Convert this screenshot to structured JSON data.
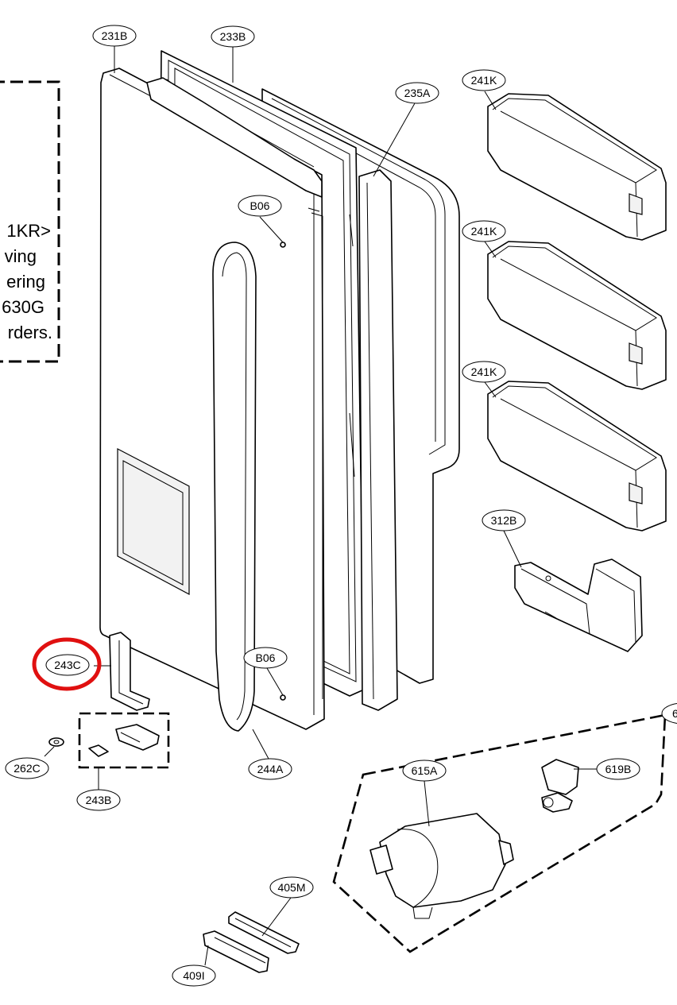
{
  "note_lines": [
    "1KR>",
    "ving",
    "ering",
    "630G",
    "rders."
  ],
  "callouts": [
    {
      "id": "231B",
      "label": "231B"
    },
    {
      "id": "233B",
      "label": "233B"
    },
    {
      "id": "235A",
      "label": "235A"
    },
    {
      "id": "241K-1",
      "label": "241K"
    },
    {
      "id": "241K-2",
      "label": "241K"
    },
    {
      "id": "241K-3",
      "label": "241K"
    },
    {
      "id": "B06-1",
      "label": "B06"
    },
    {
      "id": "B06-2",
      "label": "B06"
    },
    {
      "id": "312B",
      "label": "312B"
    },
    {
      "id": "243C",
      "label": "243C"
    },
    {
      "id": "262C",
      "label": "262C"
    },
    {
      "id": "243B",
      "label": "243B"
    },
    {
      "id": "244A",
      "label": "244A"
    },
    {
      "id": "615A",
      "label": "615A"
    },
    {
      "id": "619B",
      "label": "619B"
    },
    {
      "id": "6xx",
      "label": "6"
    },
    {
      "id": "405M",
      "label": "405M"
    },
    {
      "id": "409I",
      "label": "409I"
    }
  ],
  "highlighted_callout": "243C",
  "highlight_color": "#e01010"
}
